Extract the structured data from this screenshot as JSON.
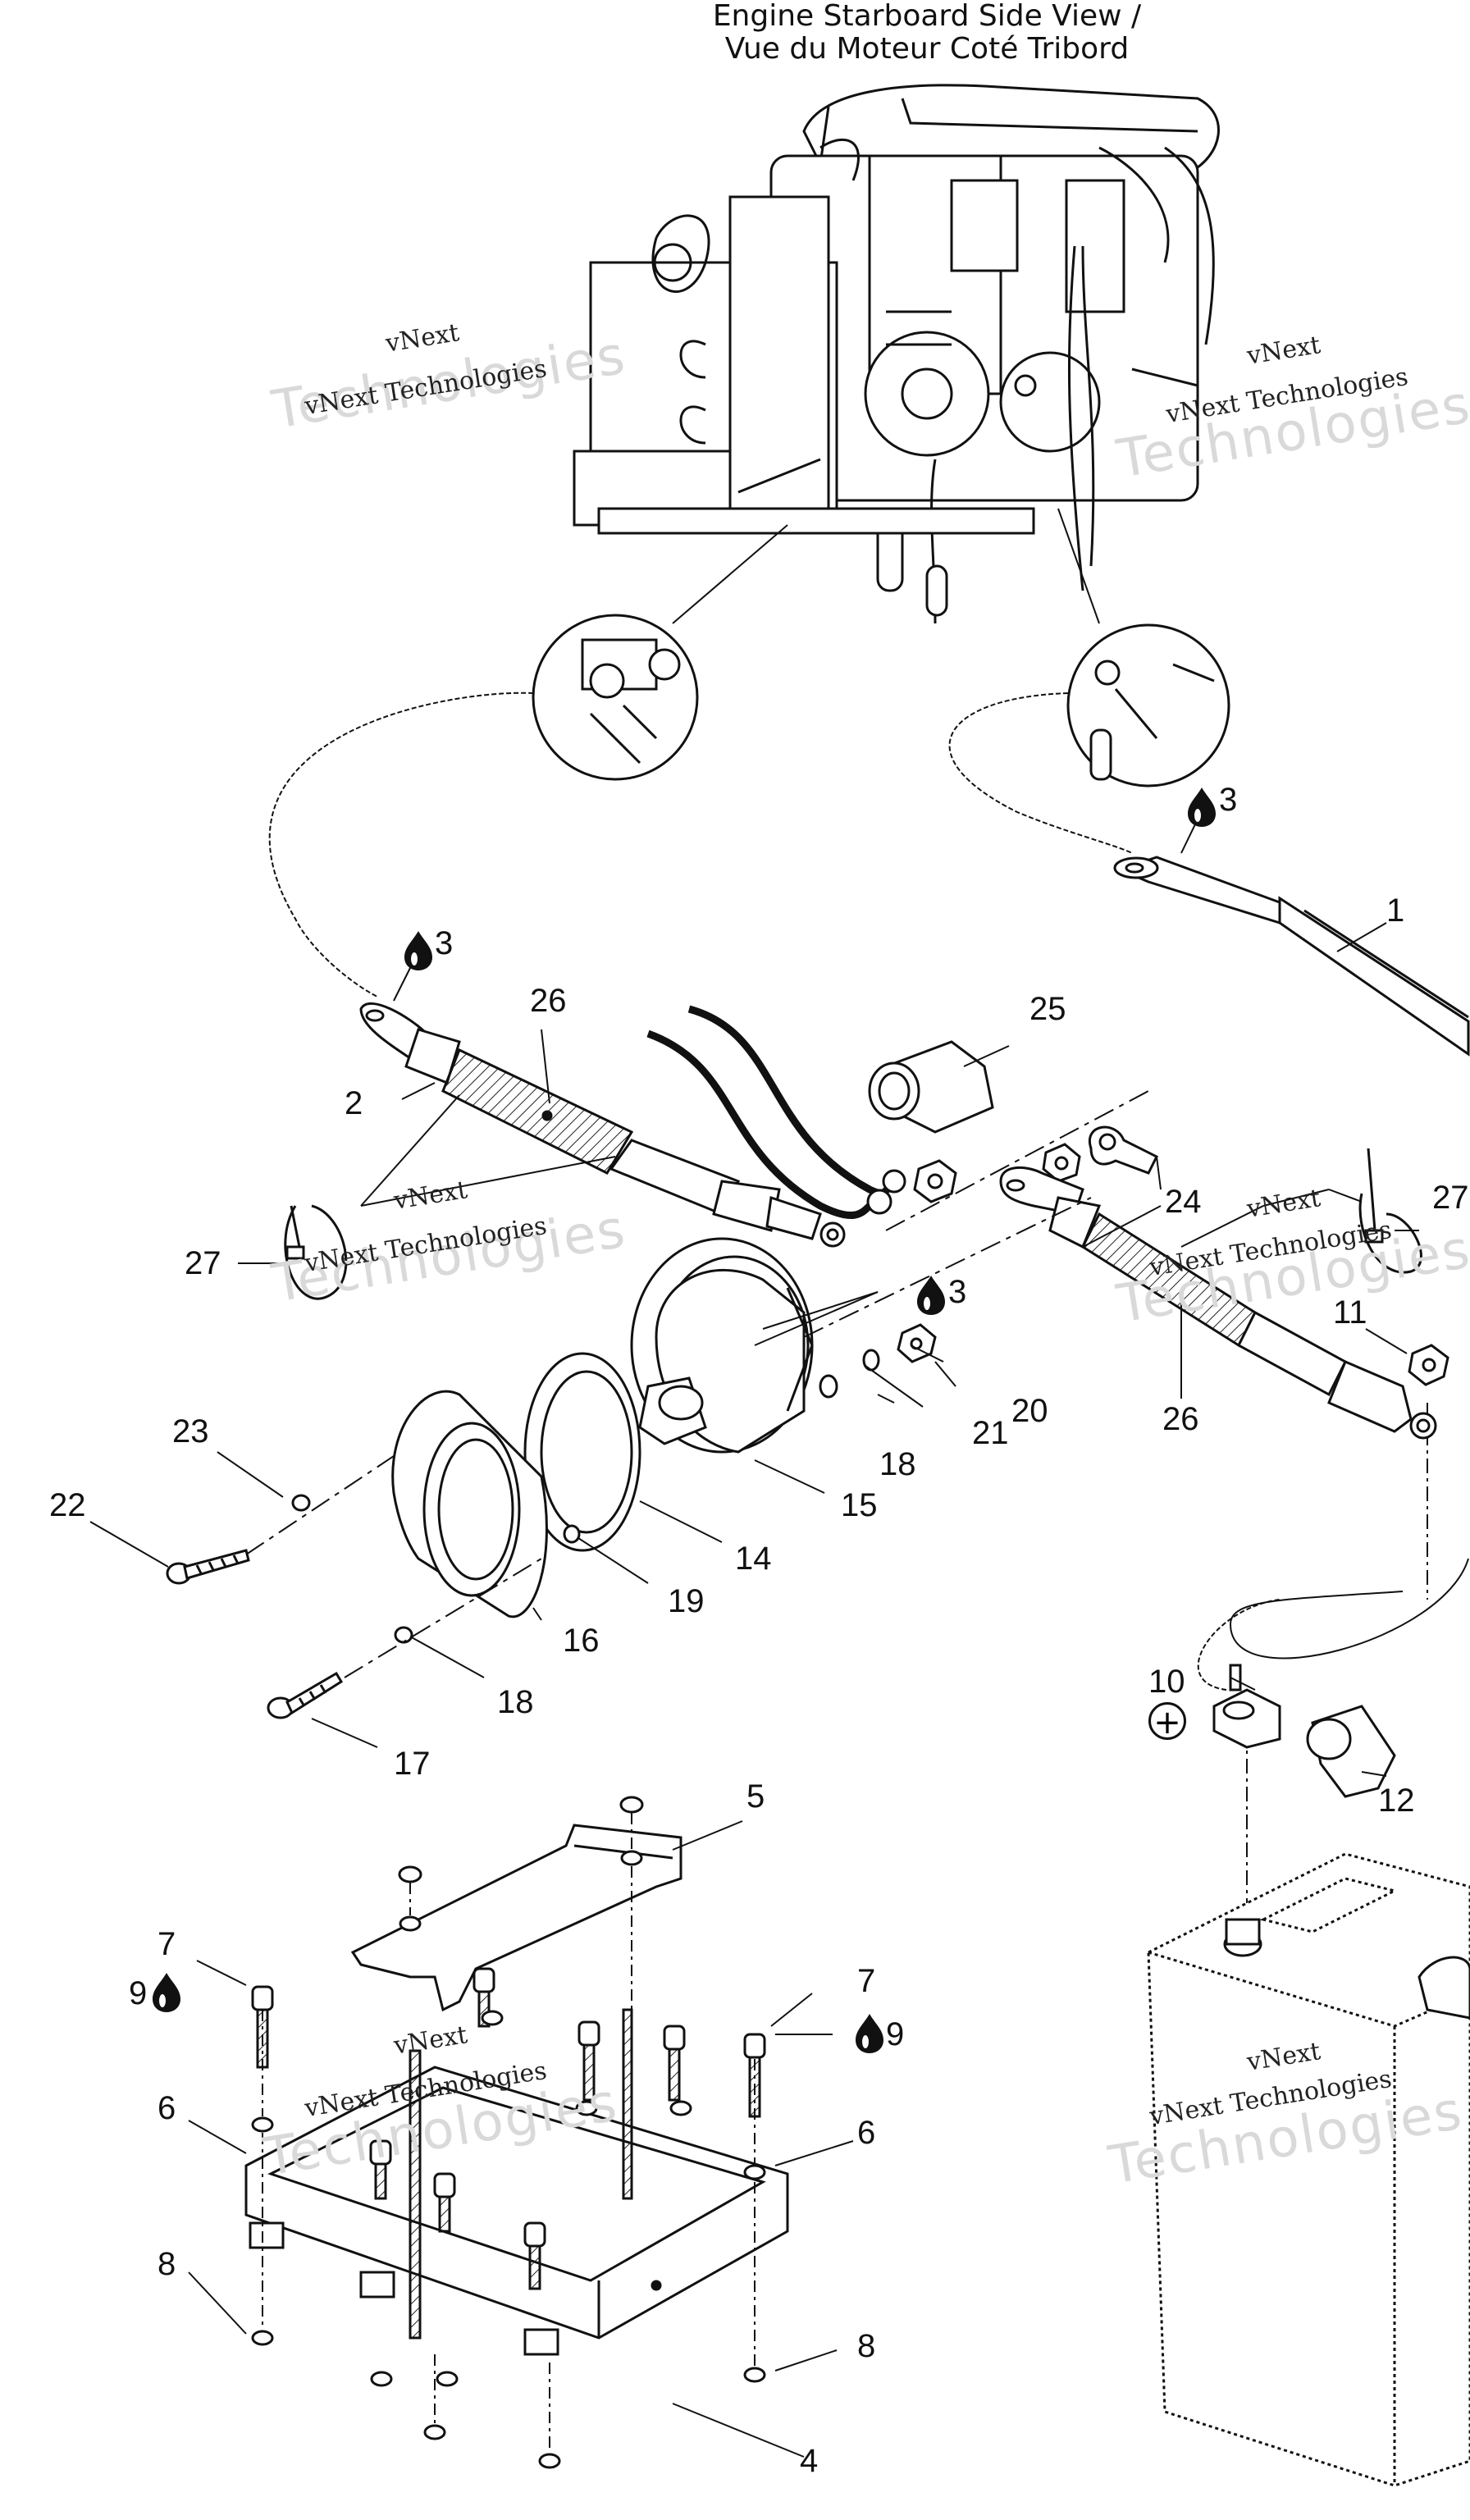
{
  "title": {
    "line1": "Engine Starboard Side View /",
    "line2": "Vue du Moteur Coté Tribord"
  },
  "watermark": {
    "line1": "vNext",
    "line2": "vNext Technologies",
    "line3": "Technologies"
  },
  "callouts": {
    "c1": "1",
    "c2": "2",
    "c3a": "3",
    "c3b": "3",
    "c3c": "3",
    "c4": "4",
    "c5": "5",
    "c6a": "6",
    "c6b": "6",
    "c7a": "7",
    "c7b": "7",
    "c8a": "8",
    "c8b": "8",
    "c9a": "9",
    "c9b": "9",
    "c10": "10",
    "c11": "11",
    "c12": "12",
    "c14": "14",
    "c15": "15",
    "c16": "16",
    "c17": "17",
    "c18a": "18",
    "c18b": "18",
    "c19": "19",
    "c20": "20",
    "c21": "21",
    "c22": "22",
    "c23": "23",
    "c24": "24",
    "c25": "25",
    "c26a": "26",
    "c26b": "26",
    "c27a": "27",
    "c27b": "27"
  },
  "plus_symbol": "+",
  "icons": {
    "lubricant": "drop-icon"
  }
}
